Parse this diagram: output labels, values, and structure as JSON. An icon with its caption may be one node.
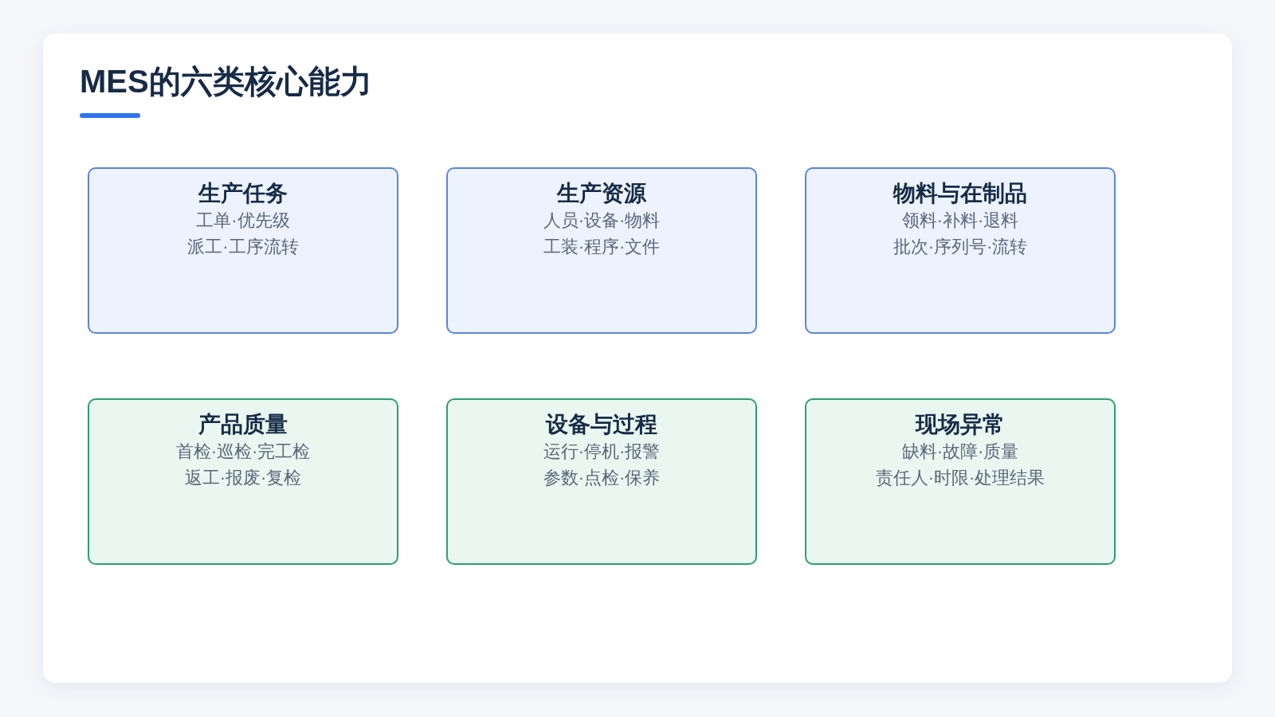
{
  "diagram": {
    "title": "MES的六类核心能力",
    "nodes": [
      {
        "text": [
          "生产任务",
          "工单·优先级",
          "派工·工序流转"
        ]
      },
      {
        "text": [
          "生产资源",
          "人员·设备·物料",
          "工装·程序·文件"
        ]
      },
      {
        "text": [
          "物料与在制品",
          "领料·补料·退料",
          "批次·序列号·流转"
        ]
      },
      {
        "text": [
          "产品质量",
          "首检·巡检·完工检",
          "返工·报废·复检"
        ]
      },
      {
        "text": [
          "设备与过程",
          "运行·停机·报警",
          "参数·点检·保养"
        ]
      },
      {
        "text": [
          "现场异常",
          "缺料·故障·质量",
          "责任人·时限·处理结果"
        ]
      }
    ]
  }
}
